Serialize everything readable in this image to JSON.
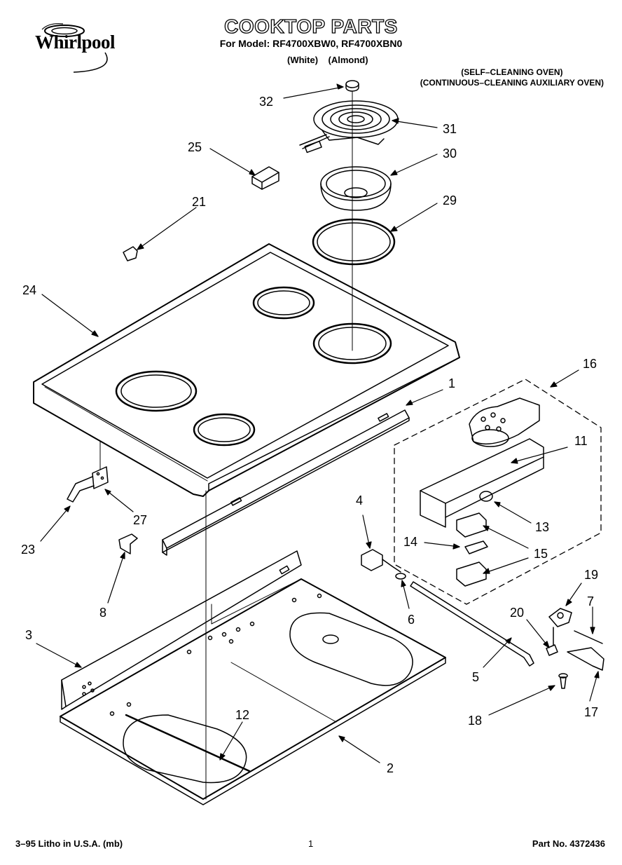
{
  "header": {
    "brand": "Whirlpool",
    "title": "COOKTOP PARTS",
    "models": "For Model: RF4700XBW0, RF4700XBN0",
    "color_white": "(White)",
    "color_almond": "(Almond)",
    "oven_note_1": "(SELF–CLEANING OVEN)",
    "oven_note_2": "(CONTINUOUS–CLEANING AUXILIARY OVEN)"
  },
  "callouts": [
    "32",
    "31",
    "25",
    "30",
    "21",
    "29",
    "24",
    "16",
    "1",
    "11",
    "27",
    "4",
    "23",
    "13",
    "14",
    "15",
    "8",
    "6",
    "19",
    "3",
    "20",
    "7",
    "5",
    "12",
    "17",
    "18",
    "2"
  ],
  "footer": {
    "litho": "3–95 Litho in U.S.A. (mb)",
    "page": "1",
    "part_no": "Part No. 4372436"
  }
}
